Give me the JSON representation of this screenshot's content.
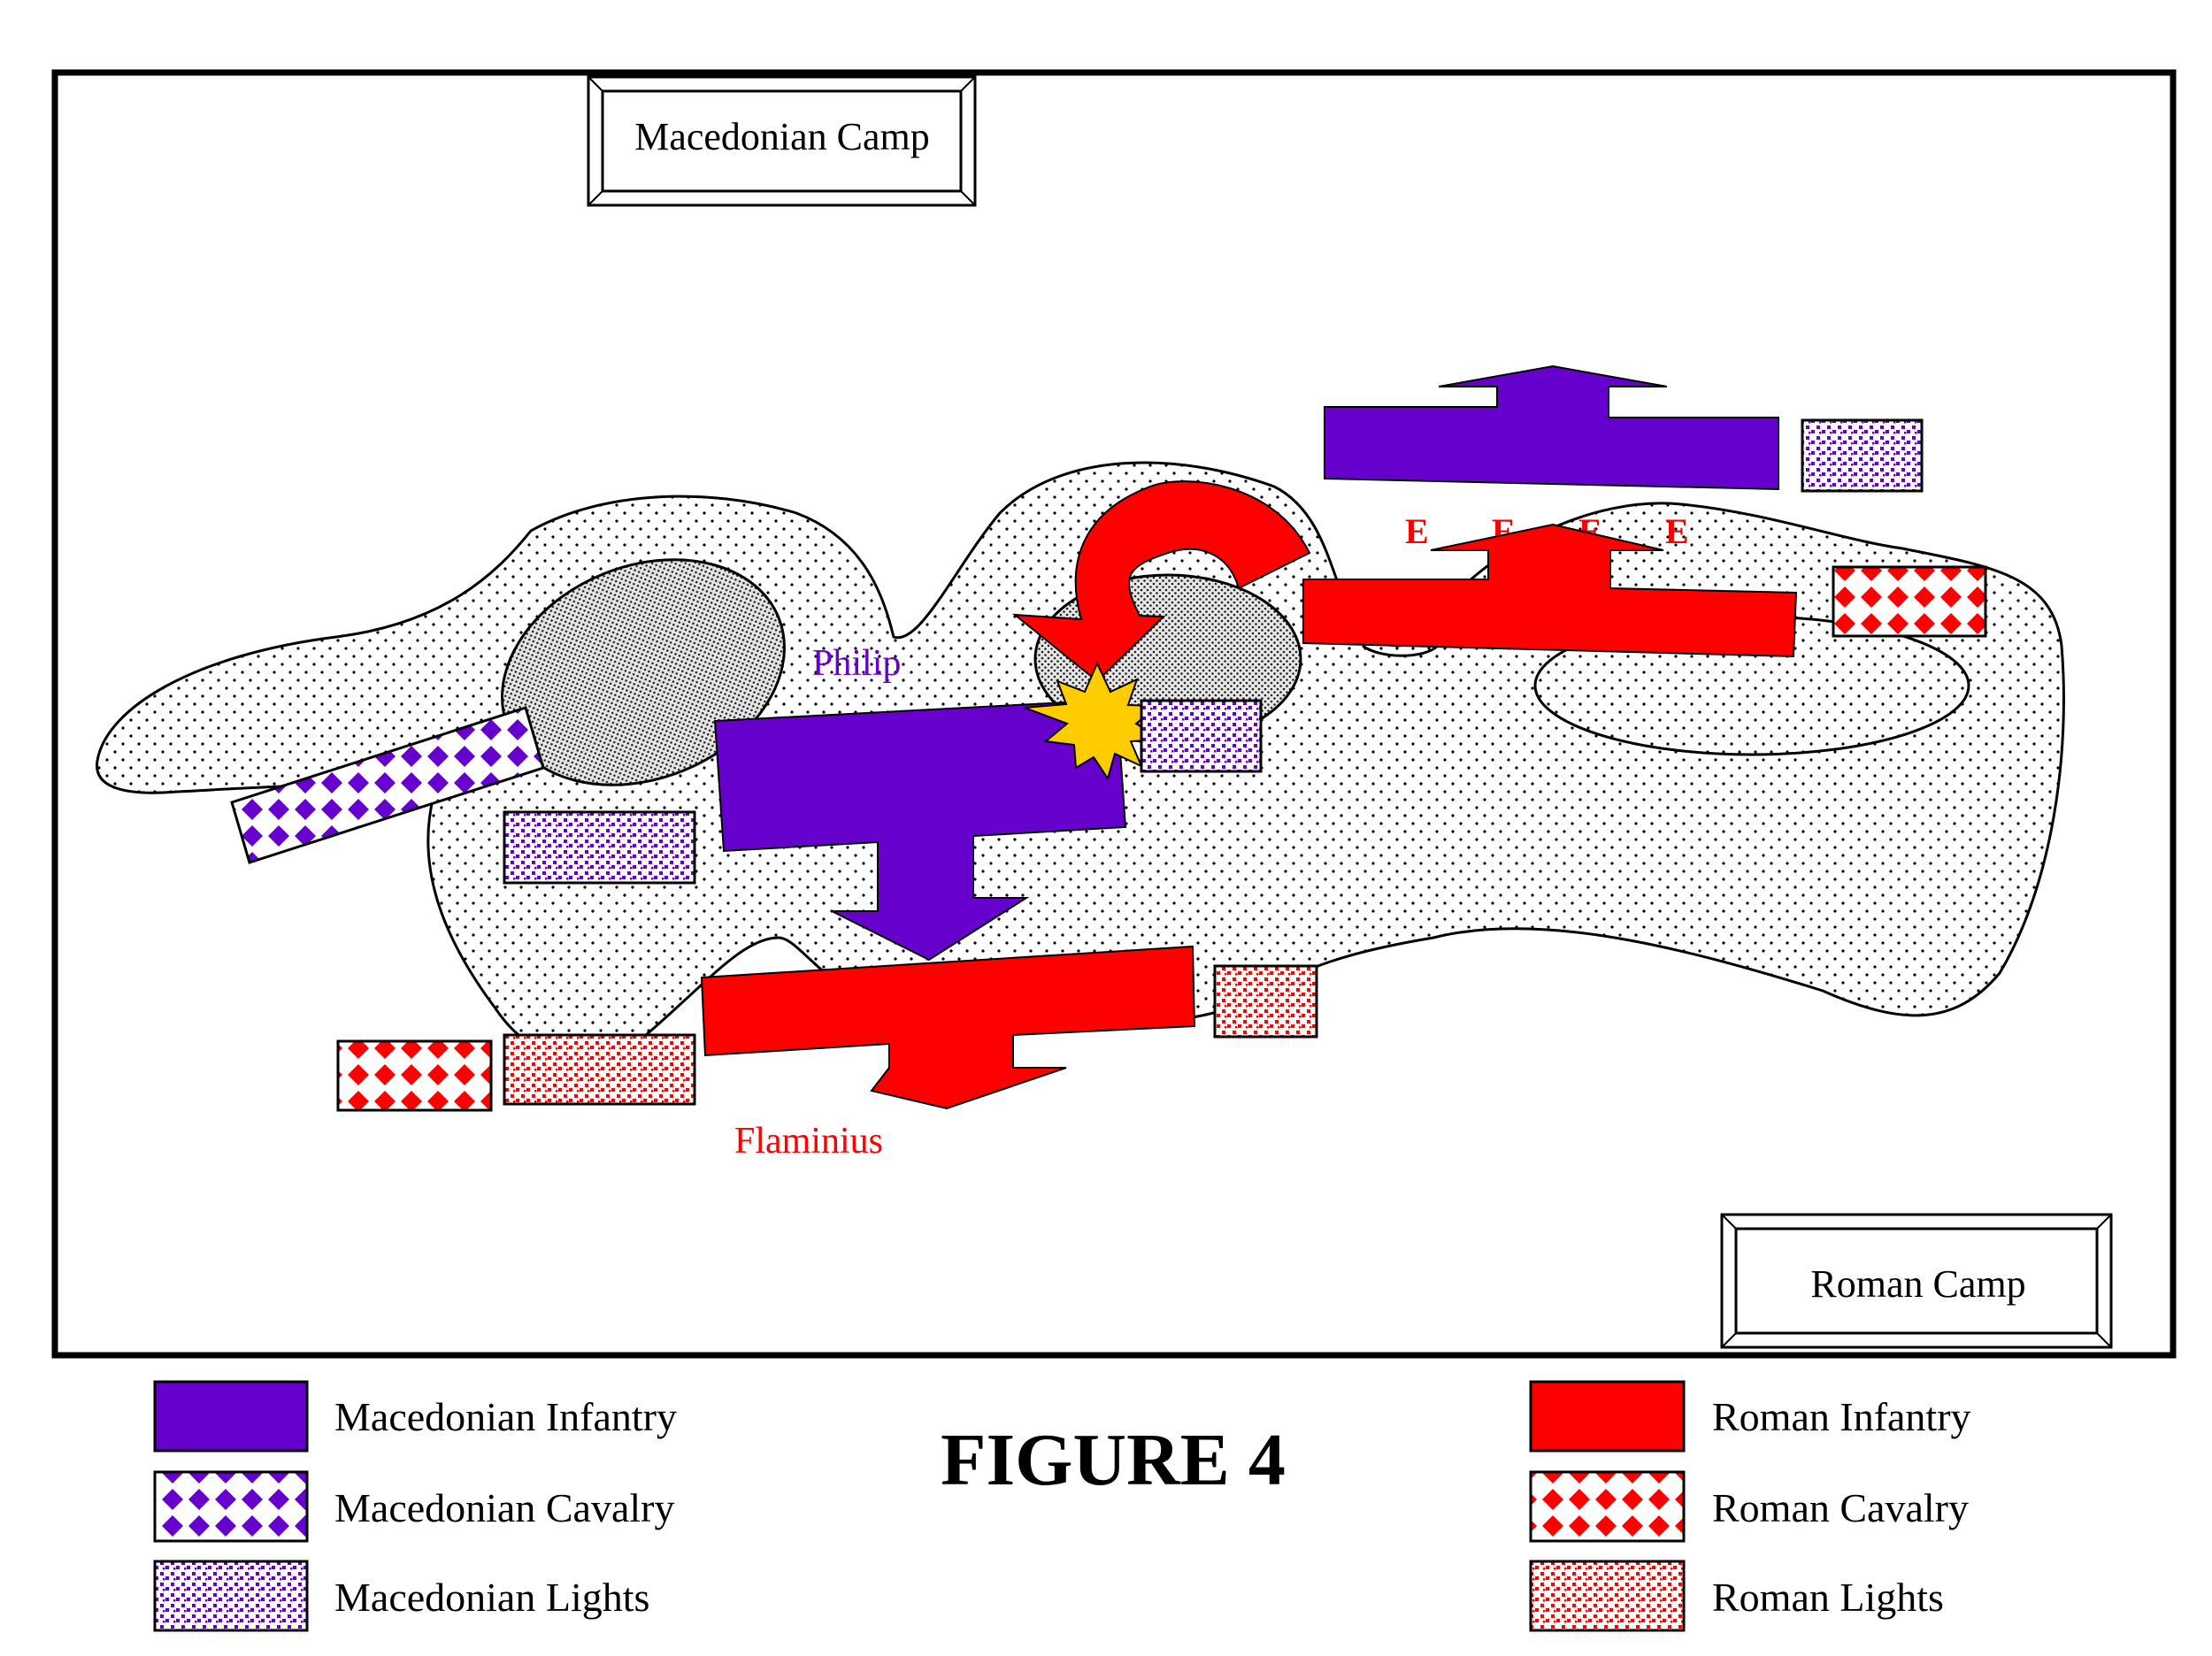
{
  "map": {
    "camps": {
      "macedonian": "Macedonian Camp",
      "roman": "Roman Camp"
    },
    "commanders": {
      "philip": "Philip",
      "flaminius": "Flaminius"
    },
    "elephant_marker": "E"
  },
  "figure_title": "FIGURE 4",
  "legend": {
    "macedonian": [
      {
        "label": "Macedonian Infantry"
      },
      {
        "label": "Macedonian Cavalry"
      },
      {
        "label": "Macedonian Lights"
      }
    ],
    "roman": [
      {
        "label": "Roman Infantry"
      },
      {
        "label": "Roman Cavalry"
      },
      {
        "label": "Roman Lights"
      }
    ]
  },
  "colors": {
    "macedonian": "#6600cc",
    "roman": "#ff0000",
    "clash": "#ffcc00",
    "frame": "#000000"
  }
}
